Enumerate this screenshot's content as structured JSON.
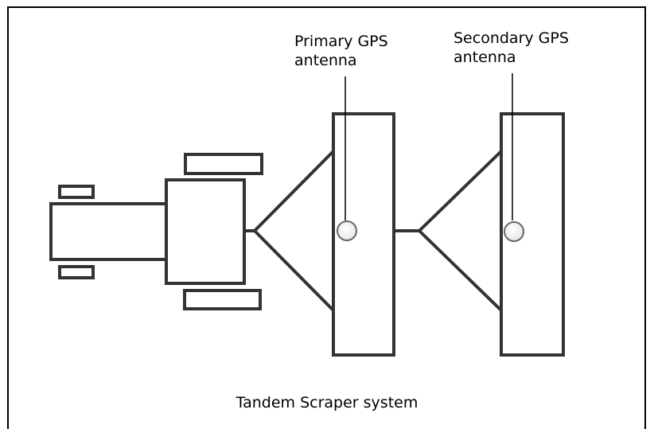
{
  "labels": {
    "primary_line1": "Primary GPS",
    "primary_line2": "antenna",
    "secondary_line1": "Secondary GPS",
    "secondary_line2": "antenna"
  },
  "caption": "Tandem Scraper system",
  "colors": {
    "stroke": "#333333",
    "fill": "#ffffff",
    "antenna_ring": "#666666"
  }
}
